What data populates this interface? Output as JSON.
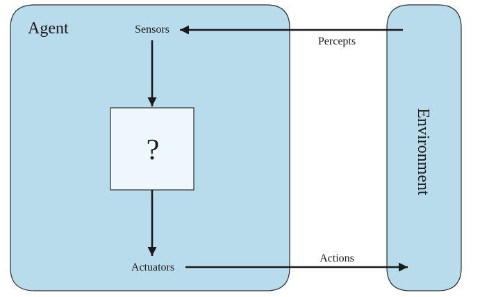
{
  "agent": {
    "title": "Agent",
    "sensors_label": "Sensors",
    "actuators_label": "Actuators",
    "processor_symbol": "?"
  },
  "environment": {
    "title": "Environment"
  },
  "links": {
    "percepts_label": "Percepts",
    "actions_label": "Actions"
  },
  "colors": {
    "agent_fill": "#b9dcec",
    "environment_fill": "#b9dcec",
    "processor_fill": "#eef7fc",
    "outline": "#2b2b2b",
    "arrow": "#1a1a1a"
  }
}
